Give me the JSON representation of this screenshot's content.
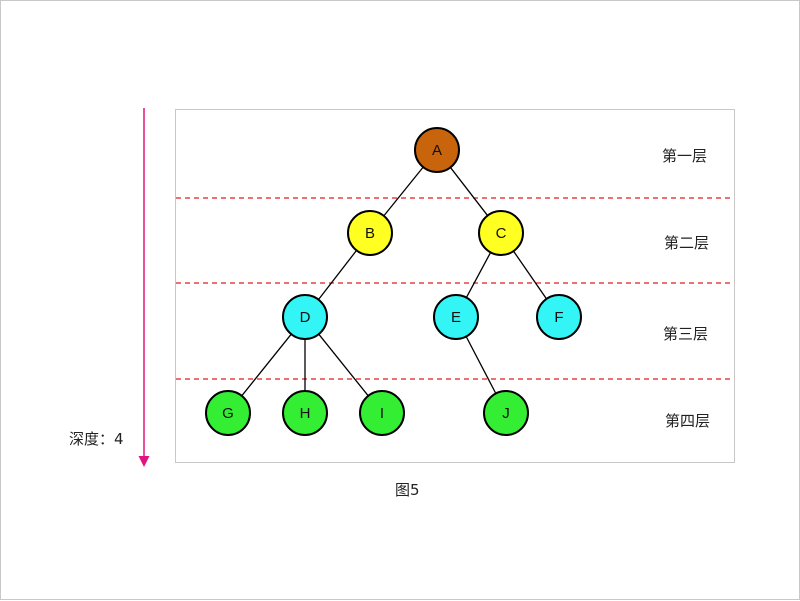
{
  "diagram": {
    "caption": "图5",
    "depth_label": "深度：4",
    "levels": [
      "第一层",
      "第二层",
      "第三层",
      "第四层"
    ],
    "nodes": [
      {
        "id": "A",
        "label": "A",
        "level": 1,
        "color": "#c8640c"
      },
      {
        "id": "B",
        "label": "B",
        "level": 2,
        "color": "#ffff22"
      },
      {
        "id": "C",
        "label": "C",
        "level": 2,
        "color": "#ffff22"
      },
      {
        "id": "D",
        "label": "D",
        "level": 3,
        "color": "#33f5f5"
      },
      {
        "id": "E",
        "label": "E",
        "level": 3,
        "color": "#33f5f5"
      },
      {
        "id": "F",
        "label": "F",
        "level": 3,
        "color": "#33f5f5"
      },
      {
        "id": "G",
        "label": "G",
        "level": 4,
        "color": "#33ee33"
      },
      {
        "id": "H",
        "label": "H",
        "level": 4,
        "color": "#33ee33"
      },
      {
        "id": "I",
        "label": "I",
        "level": 4,
        "color": "#33ee33"
      },
      {
        "id": "J",
        "label": "J",
        "level": 4,
        "color": "#33ee33"
      }
    ],
    "edges": [
      [
        "A",
        "B"
      ],
      [
        "A",
        "C"
      ],
      [
        "B",
        "D"
      ],
      [
        "C",
        "E"
      ],
      [
        "C",
        "F"
      ],
      [
        "D",
        "G"
      ],
      [
        "D",
        "H"
      ],
      [
        "D",
        "I"
      ],
      [
        "E",
        "J"
      ]
    ],
    "colors": {
      "separator": "#e8191f",
      "depth_arrow": "#e0157f",
      "frame": "#c8c8c8",
      "edge": "#000000"
    }
  }
}
